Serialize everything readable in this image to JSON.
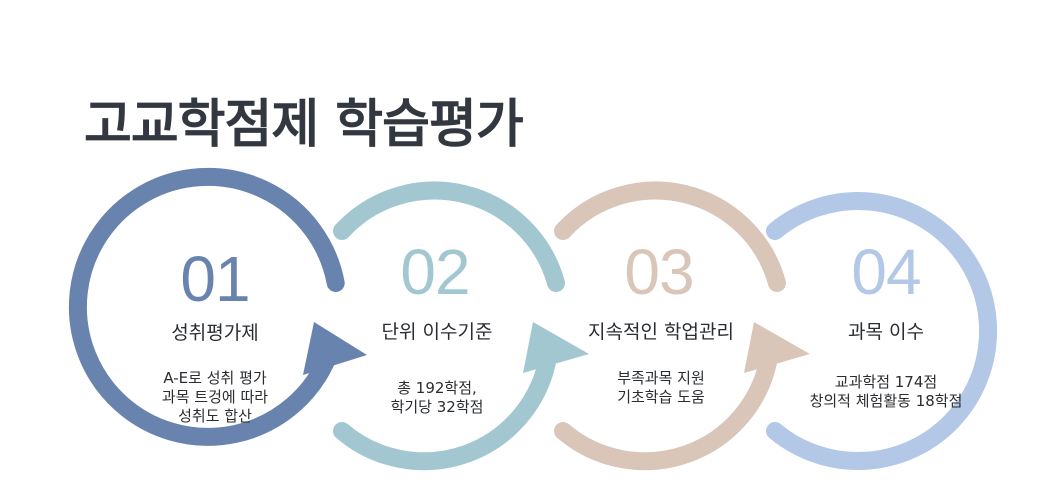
{
  "title": "고교학점제 학습평가",
  "colors": {
    "step1": "#6883ae",
    "step2": "#a3c7d1",
    "step3": "#d9c6b8",
    "step4": "#b2c8e6"
  },
  "steps": [
    {
      "number": "01",
      "heading": "성취평가제",
      "lines": [
        "A-E로 성취 평가",
        "과목 트겅에 따라",
        "성취도 합산"
      ]
    },
    {
      "number": "02",
      "heading": "단위 이수기준",
      "lines": [
        "총 192학점,",
        "학기당 32학점"
      ]
    },
    {
      "number": "03",
      "heading": "지속적인 학업관리",
      "lines": [
        "부족과목 지원",
        "기초학습 도움"
      ]
    },
    {
      "number": "04",
      "heading": "과목 이수",
      "lines": [
        "교과학점 174점",
        "창의적 체험활동 18학점"
      ]
    }
  ]
}
